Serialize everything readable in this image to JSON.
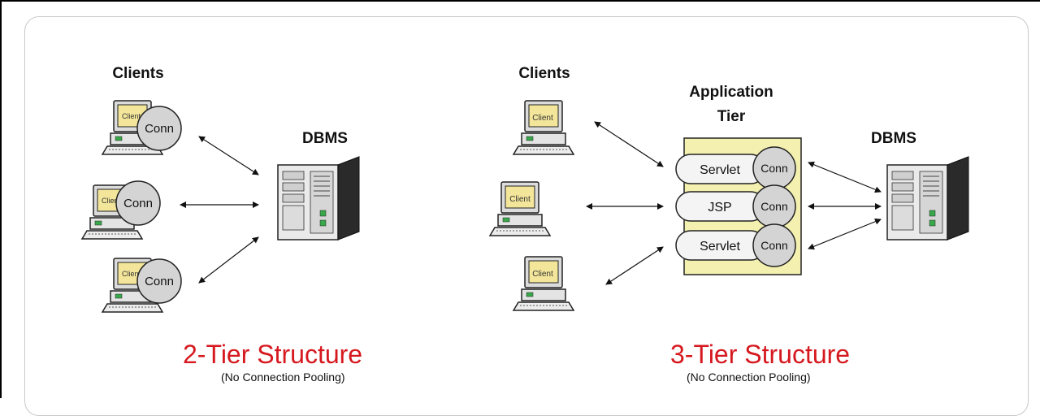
{
  "two_tier": {
    "clients_label": "Clients",
    "dbms_label": "DBMS",
    "title": "2-Tier Structure",
    "subtitle": "(No Connection Pooling)",
    "client_text": "Client",
    "conn_labels": [
      "Conn",
      "Conn",
      "Conn"
    ]
  },
  "three_tier": {
    "clients_label": "Clients",
    "app_tier_label_line1": "Application",
    "app_tier_label_line2": "Tier",
    "dbms_label": "DBMS",
    "title": "3-Tier Structure",
    "subtitle": "(No Connection Pooling)",
    "client_labels": [
      "Client",
      "Client",
      "Client"
    ],
    "components": [
      {
        "name": "Servlet",
        "conn": "Conn"
      },
      {
        "name": "JSP",
        "conn": "Conn"
      },
      {
        "name": "Servlet",
        "conn": "Conn"
      }
    ]
  },
  "colors": {
    "title_red": "#d6181f",
    "monitor_screen": "#f3e69a",
    "app_tier_fill": "#f3f0b0",
    "server_dark": "#2a2a2a"
  }
}
